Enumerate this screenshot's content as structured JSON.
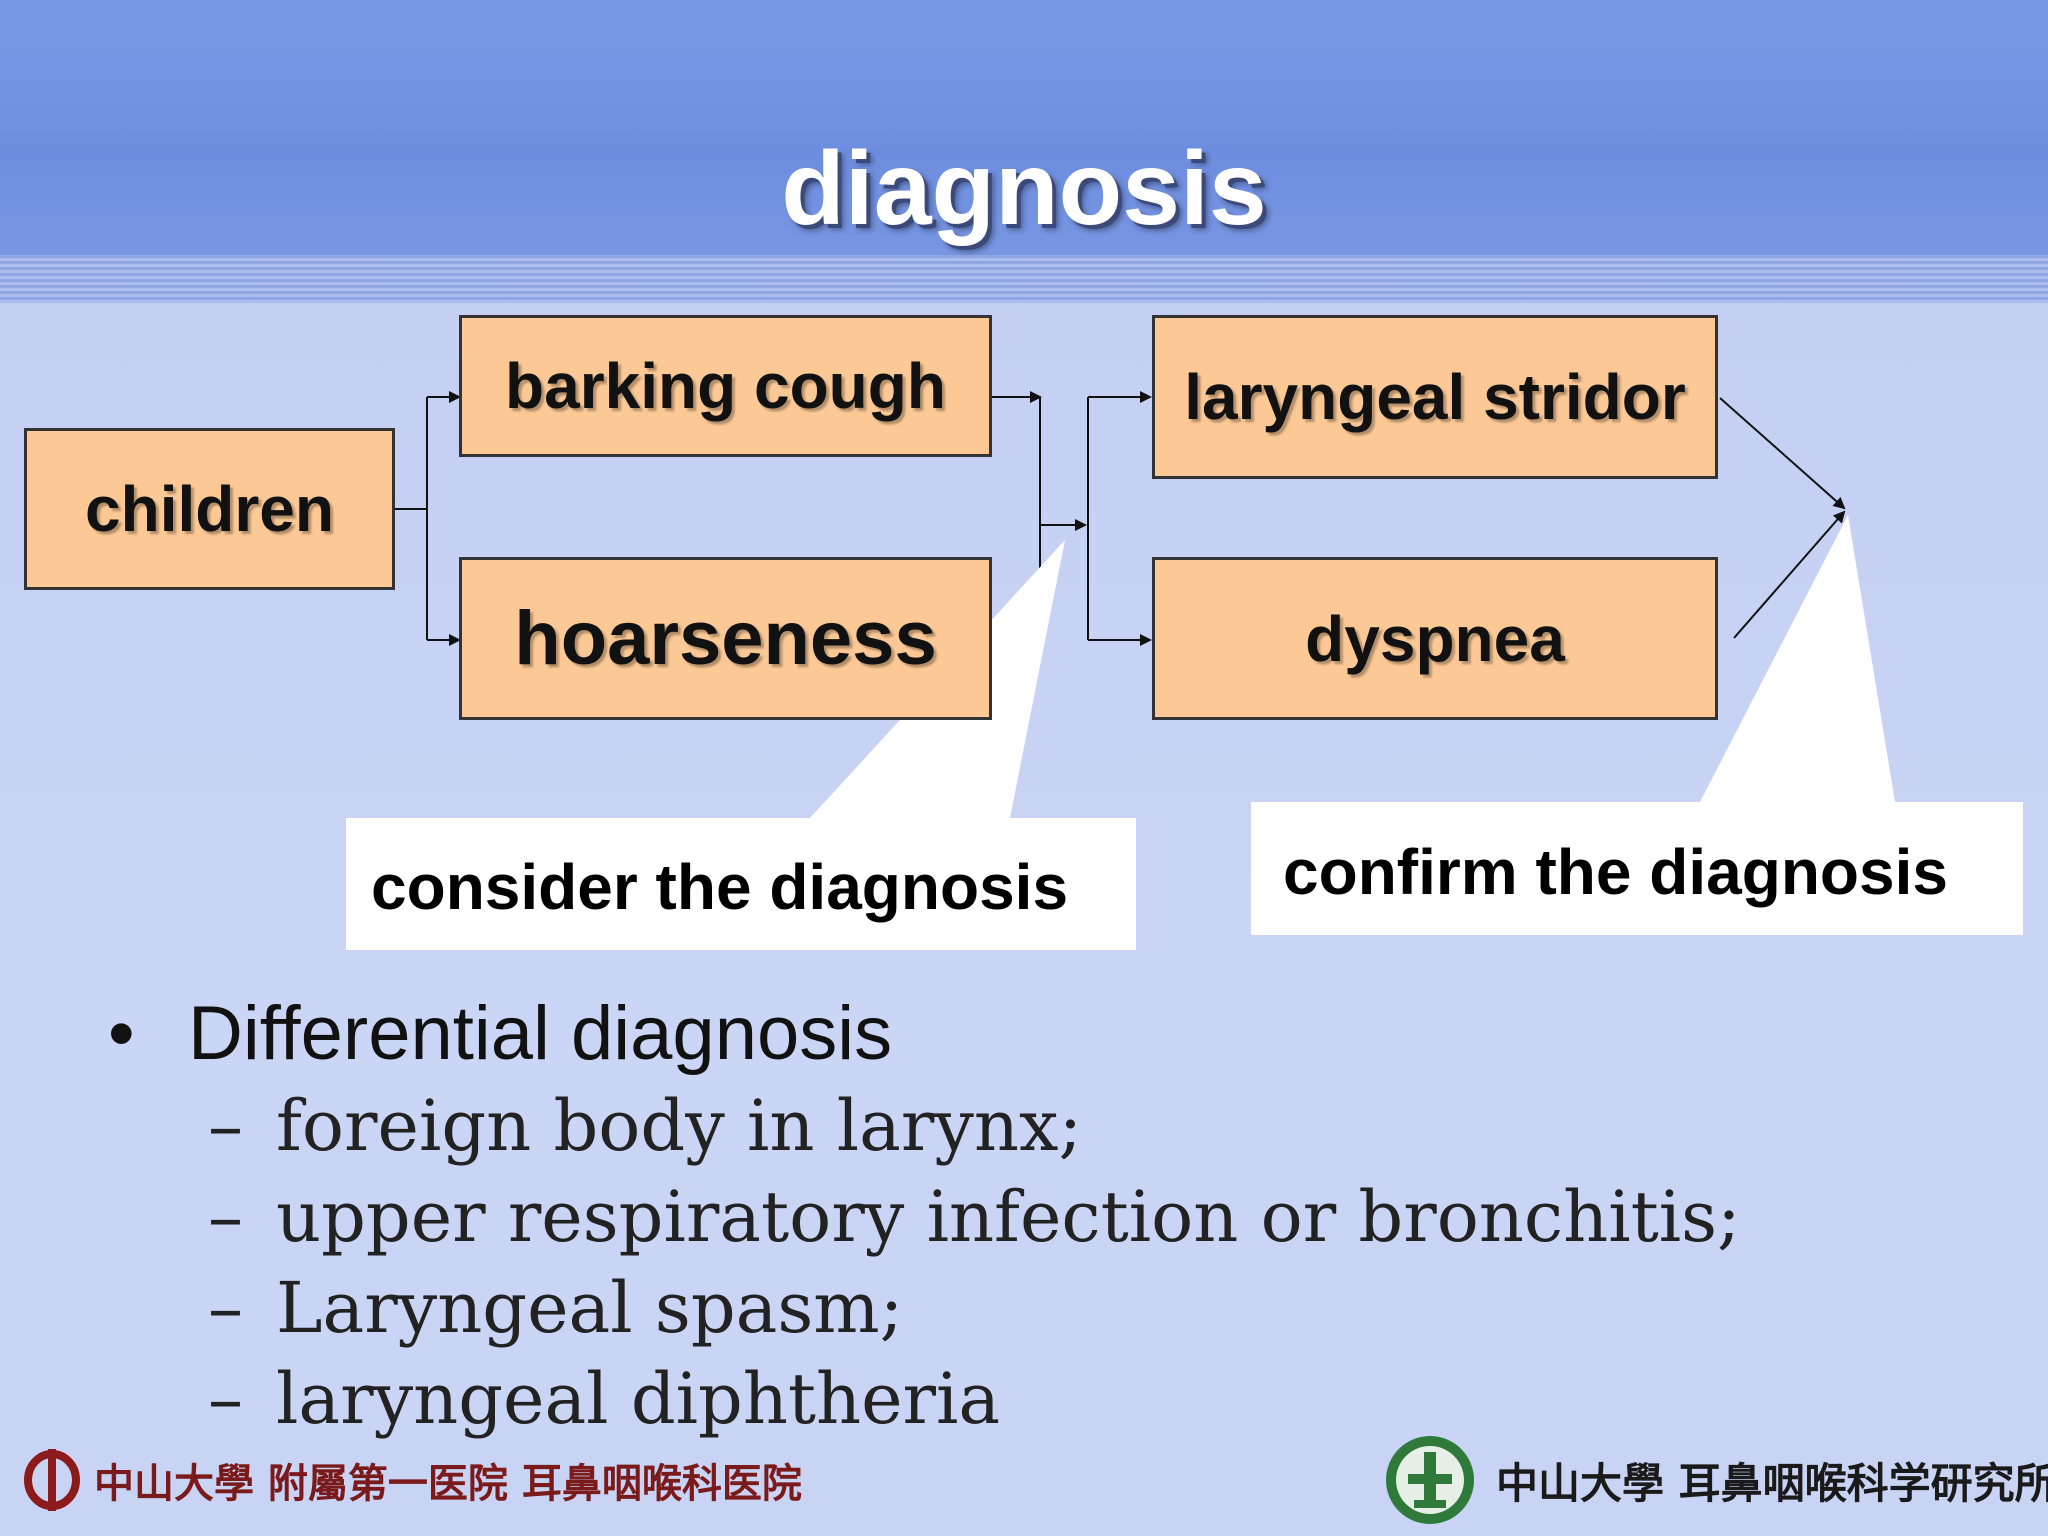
{
  "slide": {
    "title": "diagnosis"
  },
  "flow": {
    "boxes": {
      "children": "children",
      "barking_cough": "barking cough",
      "hoarseness": "hoarseness",
      "laryngeal_stridor": "laryngeal stridor",
      "dyspnea": "dyspnea"
    },
    "callouts": {
      "consider": "consider the diagnosis",
      "confirm": "confirm the diagnosis"
    }
  },
  "differential": {
    "heading": "Differential diagnosis",
    "bullet_symbol": "•",
    "dash_symbol": "–",
    "items": [
      "foreign body in larynx;",
      "upper respiratory infection or bronchitis;",
      "Laryngeal spasm;",
      "laryngeal diphtheria"
    ]
  },
  "footer": {
    "left_text": "中山大學 附屬第一医院 耳鼻咽喉科医院",
    "right_text": "中山大學 耳鼻咽喉科学研究所"
  },
  "colors": {
    "header_blue": "#7393e4",
    "box_fill": "#fcc996",
    "body_blue": "#c7d2f4"
  }
}
